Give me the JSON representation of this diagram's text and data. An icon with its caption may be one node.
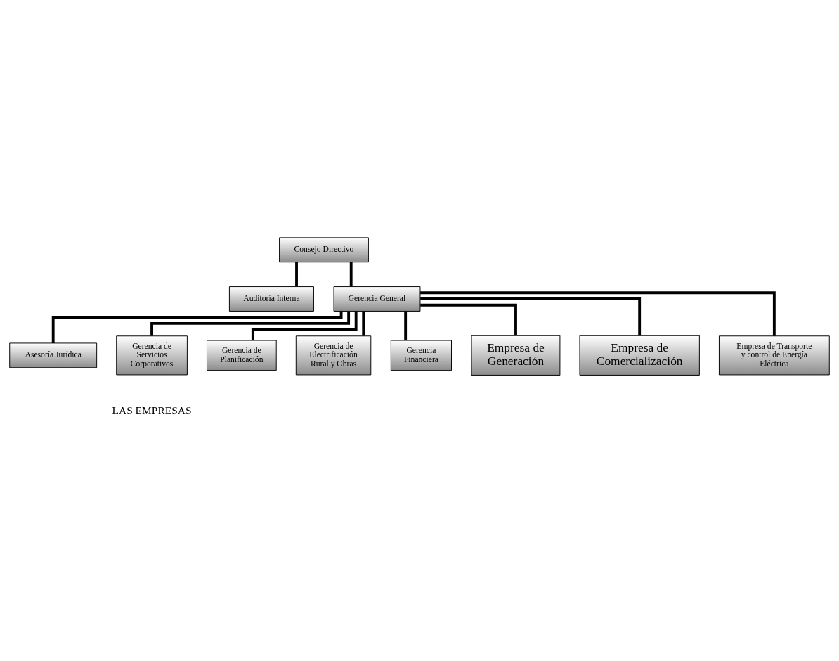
{
  "diagram": {
    "nodes": [
      {
        "text": [
          "Consejo Directivo"
        ]
      },
      {
        "text": [
          "Auditoría Interna"
        ]
      },
      {
        "text": [
          "Gerencia General"
        ]
      },
      {
        "text": [
          "Asesoría Jurídica"
        ]
      },
      {
        "text": [
          "Gerencia de Servicios Corporativos"
        ]
      },
      {
        "text": [
          "Gerencia de Planificación"
        ]
      },
      {
        "text": [
          "Gerencia de Electrificación Rural y Obras"
        ]
      },
      {
        "text": [
          "Gerencia Financiera"
        ]
      },
      {
        "text": [
          "Empresa de Generación"
        ]
      },
      {
        "text": [
          "Empresa de Comercialización"
        ]
      },
      {
        "text": [
          "Empresa de Transporte y control de Energía Eléctrica"
        ]
      }
    ],
    "edges": [
      {
        "from": 0,
        "to": 1,
        "arrow": "none"
      },
      {
        "from": 0,
        "to": 2,
        "arrow": "none"
      },
      {
        "from": 2,
        "to": 3,
        "arrow": "none"
      },
      {
        "from": 2,
        "to": 4,
        "arrow": "none"
      },
      {
        "from": 2,
        "to": 5,
        "arrow": "none"
      },
      {
        "from": 2,
        "to": 6,
        "arrow": "none"
      },
      {
        "from": 2,
        "to": 7,
        "arrow": "none"
      },
      {
        "from": 2,
        "to": 8,
        "arrow": "none"
      },
      {
        "from": 2,
        "to": 9,
        "arrow": "none"
      },
      {
        "from": 2,
        "to": 10,
        "arrow": "none"
      }
    ],
    "labels": [
      "LAS EMPRESAS"
    ]
  }
}
